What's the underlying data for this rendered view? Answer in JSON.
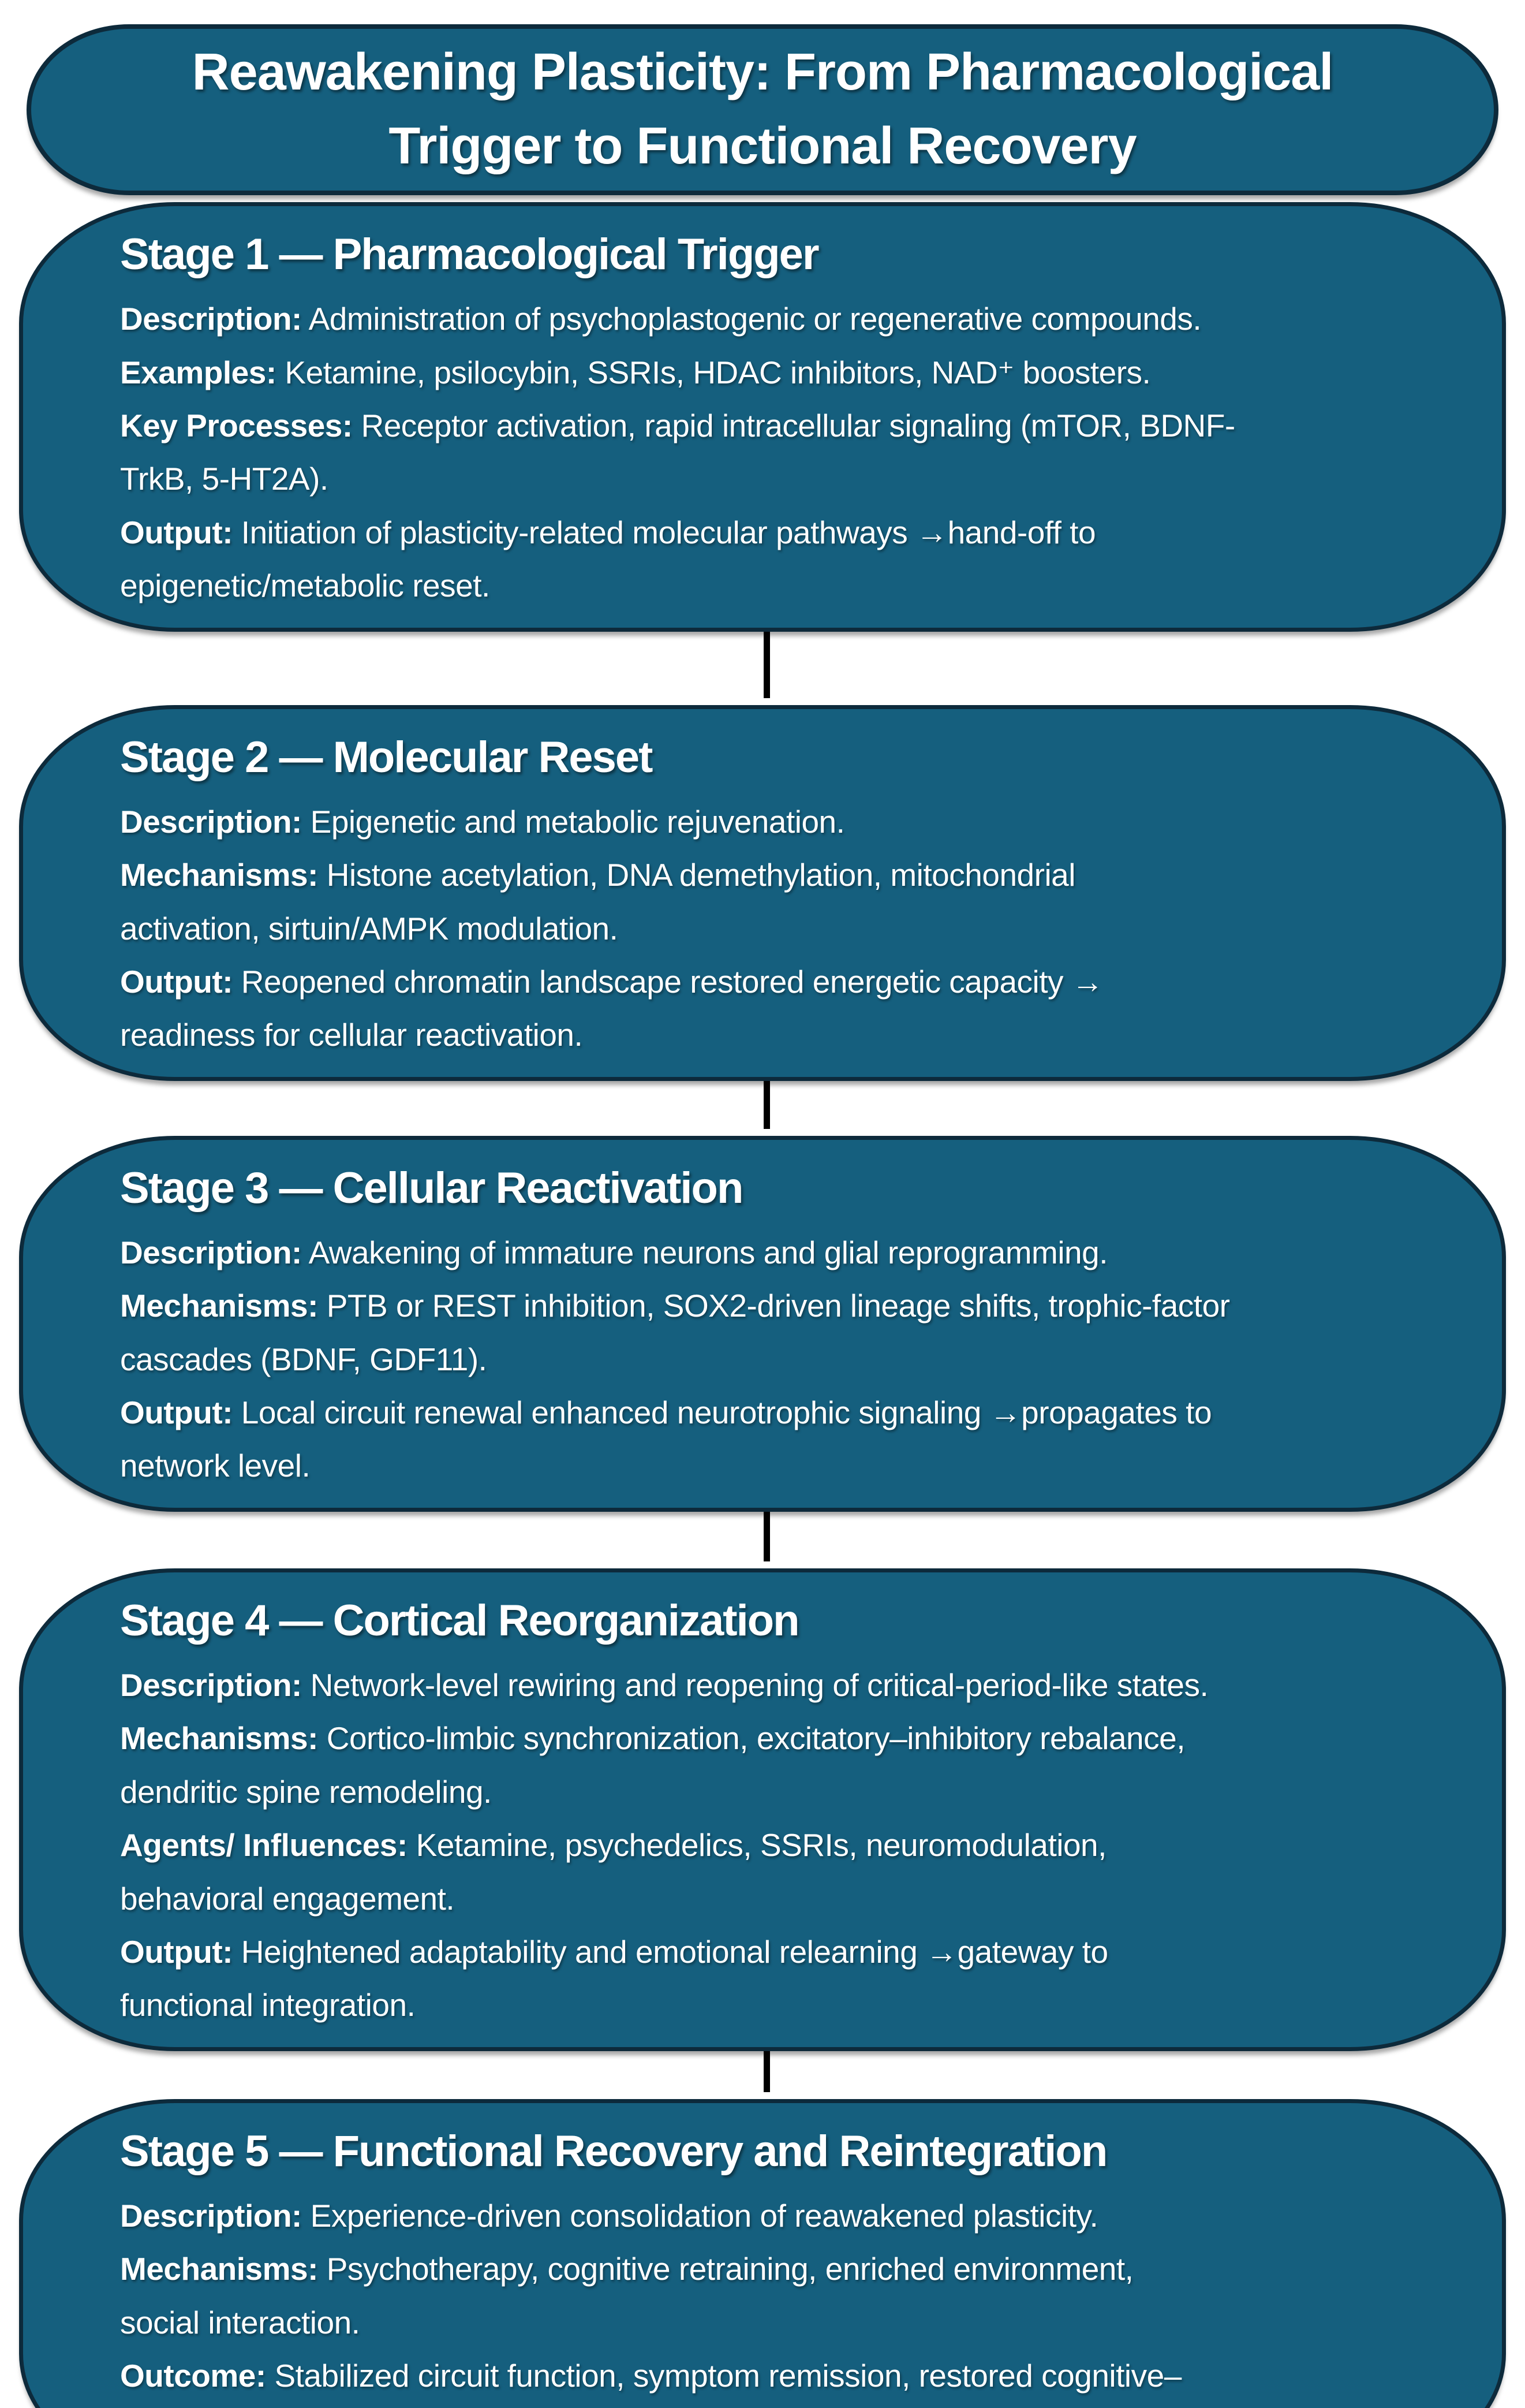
{
  "title": {
    "text": "Reawakening Plasticity: From Pharmacological\nTrigger to Functional Recovery"
  },
  "colors": {
    "box_fill": "#155F7E",
    "box_border": "#0D2A3B",
    "text": "#FFFFFF",
    "connector": "#000000",
    "background": "#FFFFFF"
  },
  "stages": [
    {
      "heading": "Stage 1 — Pharmacological Trigger",
      "fields": [
        {
          "label": "Description:",
          "text": "Administration of psychoplastogenic or regenerative compounds."
        },
        {
          "label": "Examples:",
          "text": "Ketamine, psilocybin, SSRIs, HDAC inhibitors, NAD⁺ boosters."
        },
        {
          "label": "Key Processes:",
          "text": "Receptor activation, rapid intracellular signaling (mTOR, BDNF-\nTrkB, 5-HT2A)."
        },
        {
          "label": "Output:",
          "text": "Initiation of plasticity-related molecular pathways →hand-off to\nepigenetic/metabolic reset."
        }
      ]
    },
    {
      "heading": "Stage 2 — Molecular Reset",
      "fields": [
        {
          "label": "Description:",
          "text": "Epigenetic and metabolic rejuvenation."
        },
        {
          "label": "Mechanisms:",
          "text": "Histone acetylation, DNA demethylation, mitochondrial\nactivation, sirtuin/AMPK modulation."
        },
        {
          "label": "Output:",
          "text": "Reopened chromatin landscape restored energetic capacity →\nreadiness for cellular reactivation."
        }
      ]
    },
    {
      "heading": "Stage 3 — Cellular Reactivation",
      "fields": [
        {
          "label": "Description:",
          "text": "Awakening of immature neurons and glial reprogramming."
        },
        {
          "label": "Mechanisms:",
          "text": "PTB or REST inhibition, SOX2-driven lineage shifts, trophic-factor\ncascades (BDNF, GDF11)."
        },
        {
          "label": "Output:",
          "text": "Local circuit renewal enhanced neurotrophic signaling →propagates to\nnetwork level."
        }
      ]
    },
    {
      "heading": "Stage 4 — Cortical Reorganization",
      "fields": [
        {
          "label": "Description:",
          "text": "Network-level rewiring and reopening of critical-period-like states."
        },
        {
          "label": "Mechanisms:",
          "text": "Cortico-limbic synchronization, excitatory–inhibitory rebalance,\ndendritic spine remodeling."
        },
        {
          "label": "Agents/ Influences:",
          "text": "Ketamine, psychedelics, SSRIs, neuromodulation,\nbehavioral engagement."
        },
        {
          "label": "Output:",
          "text": "Heightened adaptability and emotional relearning →gateway to\nfunctional integration."
        }
      ]
    },
    {
      "heading": "Stage 5 — Functional Recovery and Reintegration",
      "fields": [
        {
          "label": "Description:",
          "text": "Experience-driven consolidation of reawakened plasticity."
        },
        {
          "label": "Mechanisms:",
          "text": "Psychotherapy, cognitive retraining, enriched environment,\nsocial interaction."
        },
        {
          "label": "Outcome:",
          "text": "Stabilized circuit function, symptom remission, restored cognitive–\naffective resilience."
        }
      ]
    }
  ]
}
